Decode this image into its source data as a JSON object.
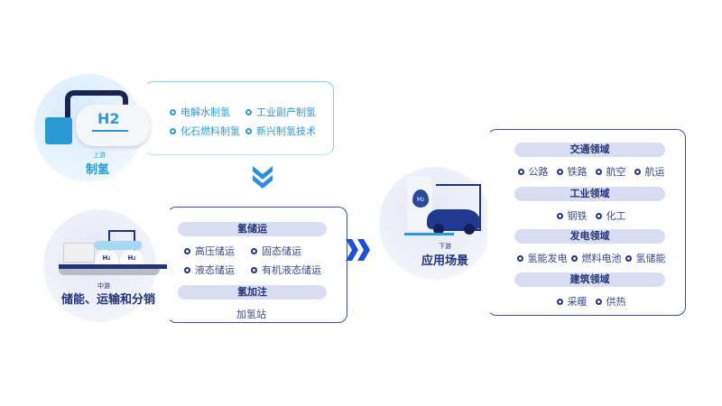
{
  "upstream": {
    "tag": "上游",
    "title": "制氢",
    "items": [
      "电解水制氢",
      "工业副产制氢",
      "化石燃料制氢",
      "新兴制氢技术"
    ],
    "h2_label": "H2"
  },
  "midstream": {
    "tag": "中游",
    "title": "储能、运输和分销",
    "storage": {
      "title": "氢储运",
      "items": [
        "高压储运",
        "固态储运",
        "液态储运",
        "有机液态储运"
      ]
    },
    "refuel": {
      "title": "氢加注",
      "items": [
        "加氢站"
      ]
    }
  },
  "downstream": {
    "tag": "下游",
    "title": "应用场景",
    "sectors": [
      {
        "title": "交通领域",
        "items": [
          "公路",
          "铁路",
          "航空",
          "航运"
        ]
      },
      {
        "title": "工业领域",
        "items": [
          "钢铁",
          "化工"
        ]
      },
      {
        "title": "发电领域",
        "items": [
          "氢能发电",
          "燃料电池",
          "氢储能"
        ]
      },
      {
        "title": "建筑领域",
        "items": [
          "采暖",
          "供热"
        ]
      }
    ]
  },
  "colors": {
    "cyan": "#2a9ad6",
    "navy": "#22337a",
    "arrow": "#1f4fd6"
  }
}
